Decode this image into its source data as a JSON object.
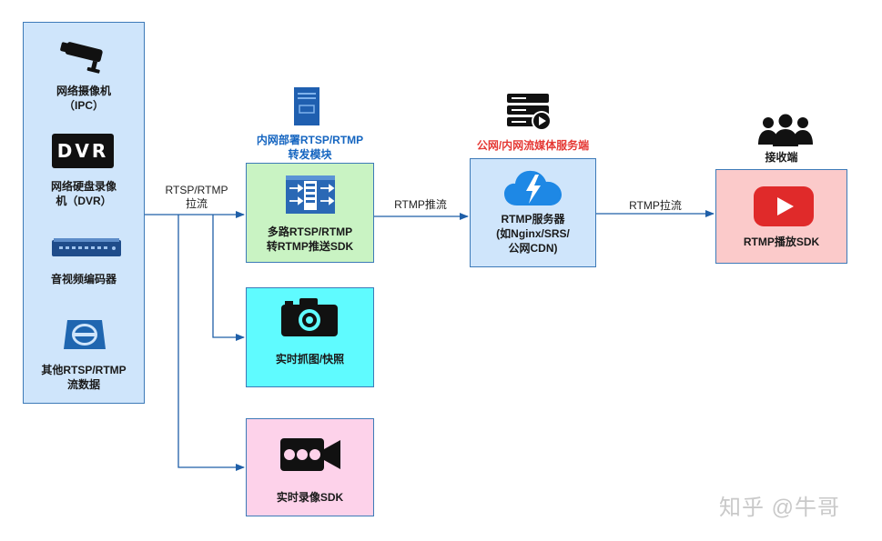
{
  "sources": {
    "ipc_line1": "网络摄像机",
    "ipc_line2": "（IPC）",
    "dvr_icon_text": "DVR",
    "dvr_line1": "网络硬盘录像",
    "dvr_line2": "机（DVR）",
    "encoder": "音视频编码器",
    "other_line1": "其他RTSP/RTMP",
    "other_line2": "流数据"
  },
  "edges": {
    "pull_line1": "RTSP/RTMP",
    "pull_line2": "拉流",
    "push": "RTMP推流",
    "play_pull": "RTMP拉流"
  },
  "relay": {
    "caption_line1": "内网部署RTSP/RTMP",
    "caption_line2": "转发模块",
    "line1": "多路RTSP/RTMP",
    "line2": "转RTMP推送SDK"
  },
  "snapshot": {
    "label": "实时抓图/快照"
  },
  "record": {
    "label": "实时录像SDK"
  },
  "server": {
    "caption": "公网/内网流媒体服务端",
    "line1": "RTMP服务器",
    "line2": "(如Nginx/SRS/",
    "line3": "公网CDN)"
  },
  "receiver": {
    "caption": "接收端",
    "label": "RTMP播放SDK"
  },
  "watermark": "知乎 @牛哥",
  "colors": {
    "source_fill": "#cfe5fb",
    "relay_fill": "#c9f3c3",
    "snapshot_fill": "#5ffbff",
    "record_fill": "#fdd2ea",
    "server_fill": "#cfe5fb",
    "receiver_fill": "#fbcaca",
    "border": "#3d7ab8",
    "arrow": "#1f5fa8",
    "caption_blue": "#1565c0",
    "caption_red": "#e53935"
  }
}
